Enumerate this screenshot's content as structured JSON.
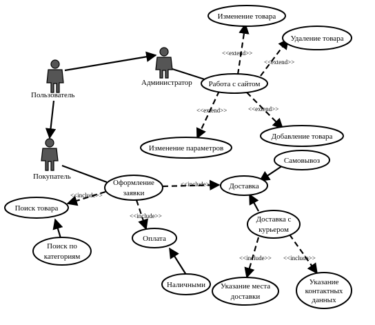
{
  "actors": {
    "user": "Пользователь",
    "admin": "Администратор",
    "buyer": "Покупатель"
  },
  "use_cases": {
    "change_product": "Изменение товара",
    "delete_product": "Удаление товара",
    "site_work": "Работа с сайтом",
    "change_params": "Изменение параметров",
    "add_product": "Добавление товара",
    "pickup": "Самовывоз",
    "order_line1": "Оформление",
    "order_line2": "заявки",
    "delivery": "Доставка",
    "search_product": "Поиск товара",
    "courier_line1": "Доставка с",
    "courier_line2": "курьером",
    "payment": "Оплата",
    "search_cat_line1": "Поиск по",
    "search_cat_line2": "категориям",
    "cash": "Наличными",
    "address_line1": "Указание места",
    "address_line2": "доставки",
    "contacts_line1": "Указание",
    "contacts_line2": "контактных",
    "contacts_line3": "данных"
  },
  "stereotypes": {
    "extend": "<<extend>>",
    "include": "<<include>>"
  },
  "colors": {
    "line": "#000000",
    "actor_fill": "#555555",
    "background": "#ffffff"
  }
}
